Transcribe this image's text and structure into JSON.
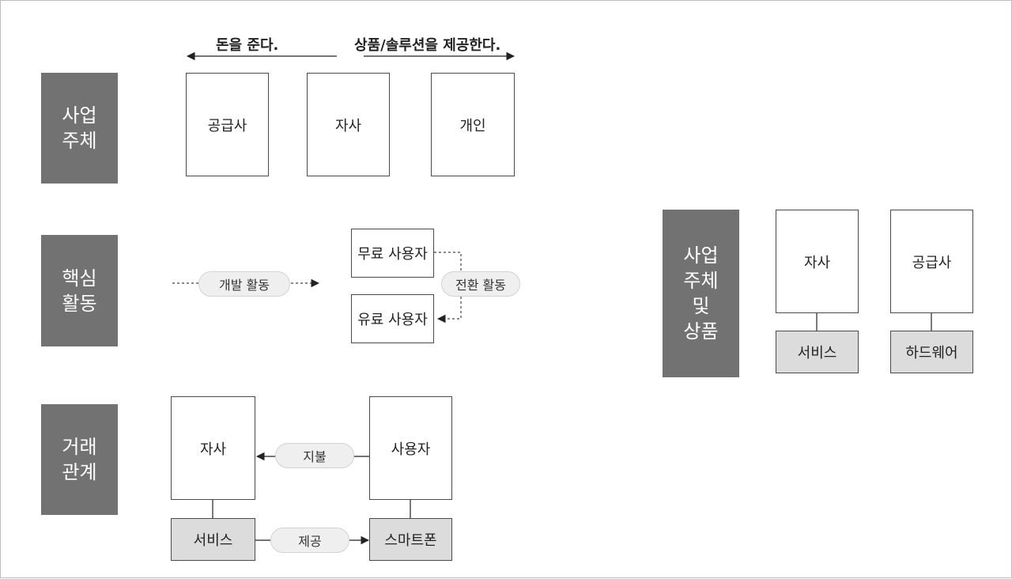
{
  "sections": {
    "business": "사업\n주체",
    "activity": "핵심\n활동",
    "transaction": "거래\n관계",
    "product": "사업\n주체\n및\n상품"
  },
  "flow": {
    "money": "돈을 준다.",
    "goods": "상품/솔루션을 제공한다."
  },
  "entities": {
    "supplier": "공급사",
    "company": "자사",
    "individual": "개인"
  },
  "activity": {
    "dev": "개발 활동",
    "free_user": "무료 사용자",
    "paid_user": "유료 사용자",
    "conversion": "전환 활동"
  },
  "transaction": {
    "company": "자사",
    "user": "사용자",
    "payment": "지불",
    "service": "서비스",
    "provide": "제공",
    "smartphone": "스마트폰"
  },
  "product": {
    "company": "자사",
    "supplier": "공급사",
    "service": "서비스",
    "hardware": "하드웨어"
  },
  "colors": {
    "section_fill": "#727272",
    "gray_box": "#dcdcdc",
    "pill": "#efefef",
    "line": "#222222"
  }
}
